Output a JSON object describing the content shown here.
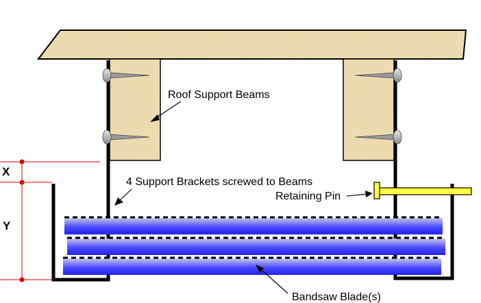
{
  "labels": {
    "roof_support_beams": "Roof Support Beams",
    "support_brackets": "4 Support Brackets screwed to Beams",
    "retaining_pin": "Retaining Pin",
    "bandsaw_blades": "Bandsaw Blade(s)"
  },
  "dimensions": {
    "x": "X",
    "y": "Y"
  },
  "colors": {
    "wood": "#EEDCB2",
    "blade_dark": "#2A2AFF",
    "blade_light": "#C8C8E8",
    "pin": "#FFFF44",
    "dimension_line": "#DD0000",
    "screw": "#B0B0B0"
  },
  "blade_count_shown": 3
}
